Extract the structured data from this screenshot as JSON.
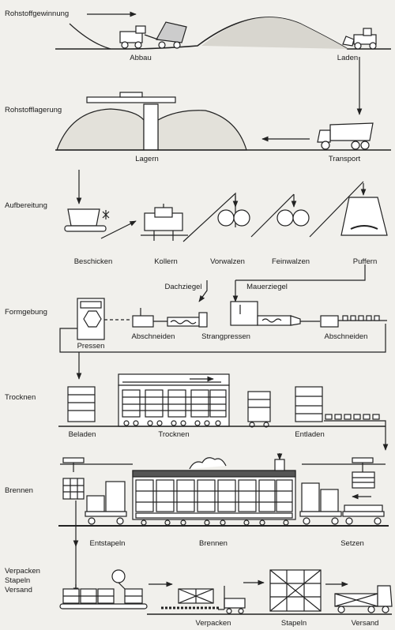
{
  "sections": {
    "rohstoffgewinnung": "Rohstoffgewinnung",
    "rohstofflagerung": "Rohstofflagerung",
    "aufbereitung": "Aufbereitung",
    "formgebung": "Formgebung",
    "trocknen": "Trocknen",
    "brennen": "Brennen",
    "verpacken": [
      "Verpacken",
      "Stapeln",
      "Versand"
    ]
  },
  "steps": {
    "abbau": "Abbau",
    "laden": "Laden",
    "lagern": "Lagern",
    "transport": "Transport",
    "beschicken": "Beschicken",
    "kollern": "Kollern",
    "vorwalzen": "Vorwalzen",
    "feinwalzen": "Feinwalzen",
    "puffern": "Puffern",
    "dachziegel": "Dachziegel",
    "mauerziegel": "Mauerziegel",
    "pressen": "Pressen",
    "abschneiden_1": "Abschneiden",
    "strangpressen": "Strangpressen",
    "abschneiden_2": "Abschneiden",
    "beladen": "Beladen",
    "trocknen": "Trocknen",
    "entladen": "Entladen",
    "entstapeln": "Entstapeln",
    "brennen": "Brennen",
    "setzen": "Setzen",
    "verpacken": "Verpacken",
    "stapeln": "Stapeln",
    "versand": "Versand"
  }
}
